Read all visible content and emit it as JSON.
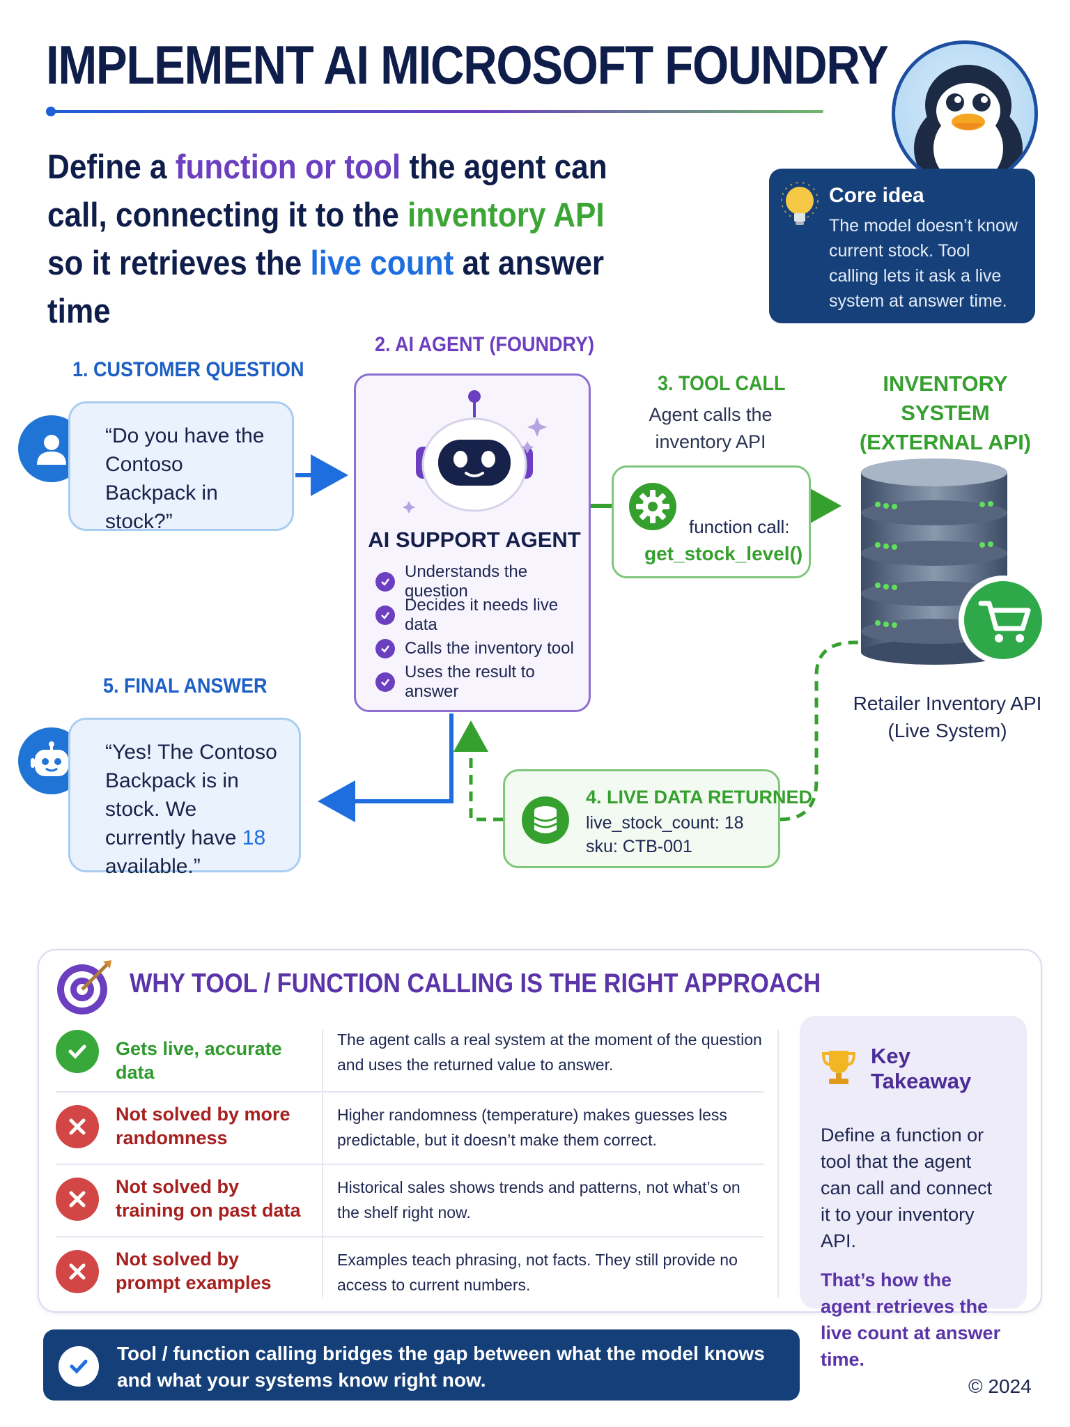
{
  "header": {
    "title": "IMPLEMENT AI MICROSOFT FOUNDRY",
    "subtitle": {
      "part1": "Define a ",
      "hl1": "function or tool",
      "part2": " the agent can call, connecting it to the ",
      "hl2": "inventory API",
      "part3": " so it retrieves the ",
      "hl3": "live count",
      "part4": " at answer time"
    }
  },
  "core_idea": {
    "title": "Core idea",
    "body": "The model doesn’t know current stock. Tool calling lets it ask a live system at answer time."
  },
  "flow": {
    "customer": {
      "label": "1. CUSTOMER QUESTION",
      "quote": "“Do you have the Contoso Backpack in stock?”"
    },
    "agent": {
      "label": "2. AI AGENT (FOUNDRY)",
      "name": "AI SUPPORT AGENT",
      "steps": [
        "Understands the question",
        "Decides it needs live data",
        "Calls the inventory tool",
        "Uses the result to answer"
      ]
    },
    "tool_call": {
      "label": "3. TOOL CALL",
      "sub": "Agent calls the inventory API",
      "fc_label": "function call:",
      "fc_name": "get_stock_level()"
    },
    "inventory": {
      "label": "INVENTORY SYSTEM (EXTERNAL API)",
      "caption": "Retailer Inventory API (Live System)"
    },
    "live_data": {
      "label": "4. LIVE DATA RETURNED",
      "line1": "live_stock_count: 18",
      "line2": "sku: CTB-001"
    },
    "answer": {
      "label": "5. FINAL ANSWER",
      "quote_before": "“Yes! The Contoso Backpack is in stock. We currently have ",
      "count": "18",
      "quote_after": " available.”"
    }
  },
  "why": {
    "title": "WHY TOOL / FUNCTION CALLING IS THE RIGHT APPROACH",
    "rows": [
      {
        "status": "ok",
        "head": "Gets live, accurate data",
        "desc": "The agent calls a real system at the moment of the question and uses the returned value to answer."
      },
      {
        "status": "bad",
        "head": "Not solved by more randomness",
        "desc": "Higher randomness (temperature) makes guesses less predictable, but it doesn’t make them correct."
      },
      {
        "status": "bad",
        "head": "Not solved by training on past data",
        "desc": "Historical sales shows trends and patterns, not what’s on the shelf right now."
      },
      {
        "status": "bad",
        "head": "Not solved by prompt examples",
        "desc": "Examples teach phrasing, not facts. They still provide no access to current numbers."
      }
    ]
  },
  "takeaway": {
    "title": "Key Takeaway",
    "body": "Define a function or tool that the agent can call and connect it to your inventory API.",
    "strong": "That’s how the agent retrieves the live count at answer time."
  },
  "banner": {
    "text": "Tool / function calling bridges the gap between what the model knows and what your systems know right now."
  },
  "footer": {
    "copyright": "© 2024"
  },
  "colors": {
    "navy": "#143f78",
    "purple": "#6b3fbf",
    "green": "#36a02f",
    "blue": "#1e6ee0",
    "red": "#d24646"
  }
}
